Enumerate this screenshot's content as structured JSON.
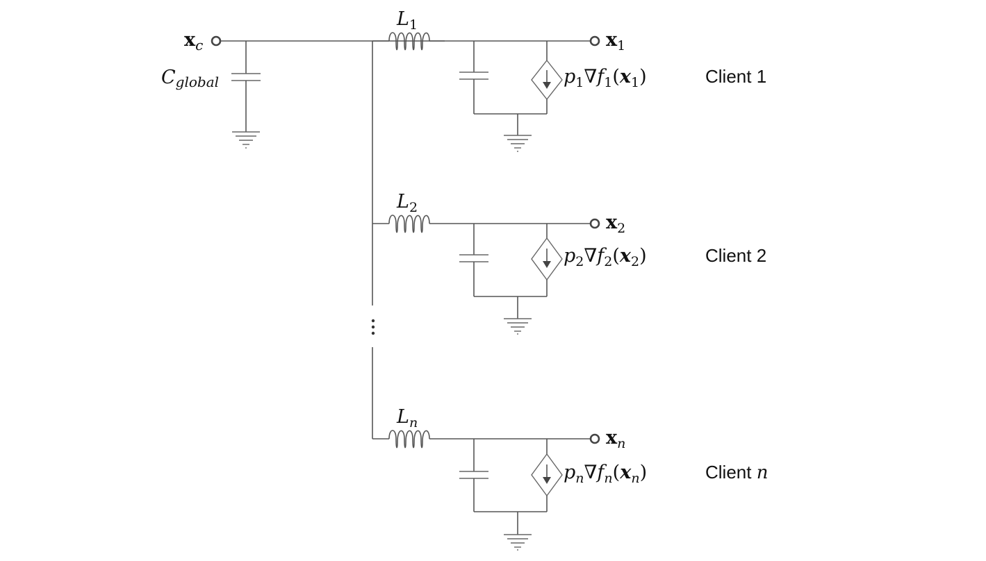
{
  "global": {
    "node_var": "x",
    "node_sub": "c",
    "cap_name": "C",
    "cap_sub": "global"
  },
  "clients": [
    {
      "inductor": "L",
      "inductor_sub": "1",
      "node_var": "x",
      "node_sub": "1",
      "source": {
        "p": "p",
        "p_sub": "1",
        "grad": "∇",
        "f": "f",
        "f_sub": "1",
        "lp": "(",
        "x": "x",
        "x_sub": "1",
        "rp": ")"
      },
      "label": "Client 1"
    },
    {
      "inductor": "L",
      "inductor_sub": "2",
      "node_var": "x",
      "node_sub": "2",
      "source": {
        "p": "p",
        "p_sub": "2",
        "grad": "∇",
        "f": "f",
        "f_sub": "2",
        "lp": "(",
        "x": "x",
        "x_sub": "2",
        "rp": ")"
      },
      "label": "Client 2"
    },
    {
      "inductor": "L",
      "inductor_sub": "n",
      "node_var": "x",
      "node_sub": "n",
      "source": {
        "p": "p",
        "p_sub": "n",
        "grad": "∇",
        "f": "f",
        "f_sub": "n",
        "lp": "(",
        "x": "x",
        "x_sub": "n",
        "rp": ")"
      },
      "label_word": "Client",
      "label_var": "n"
    }
  ]
}
